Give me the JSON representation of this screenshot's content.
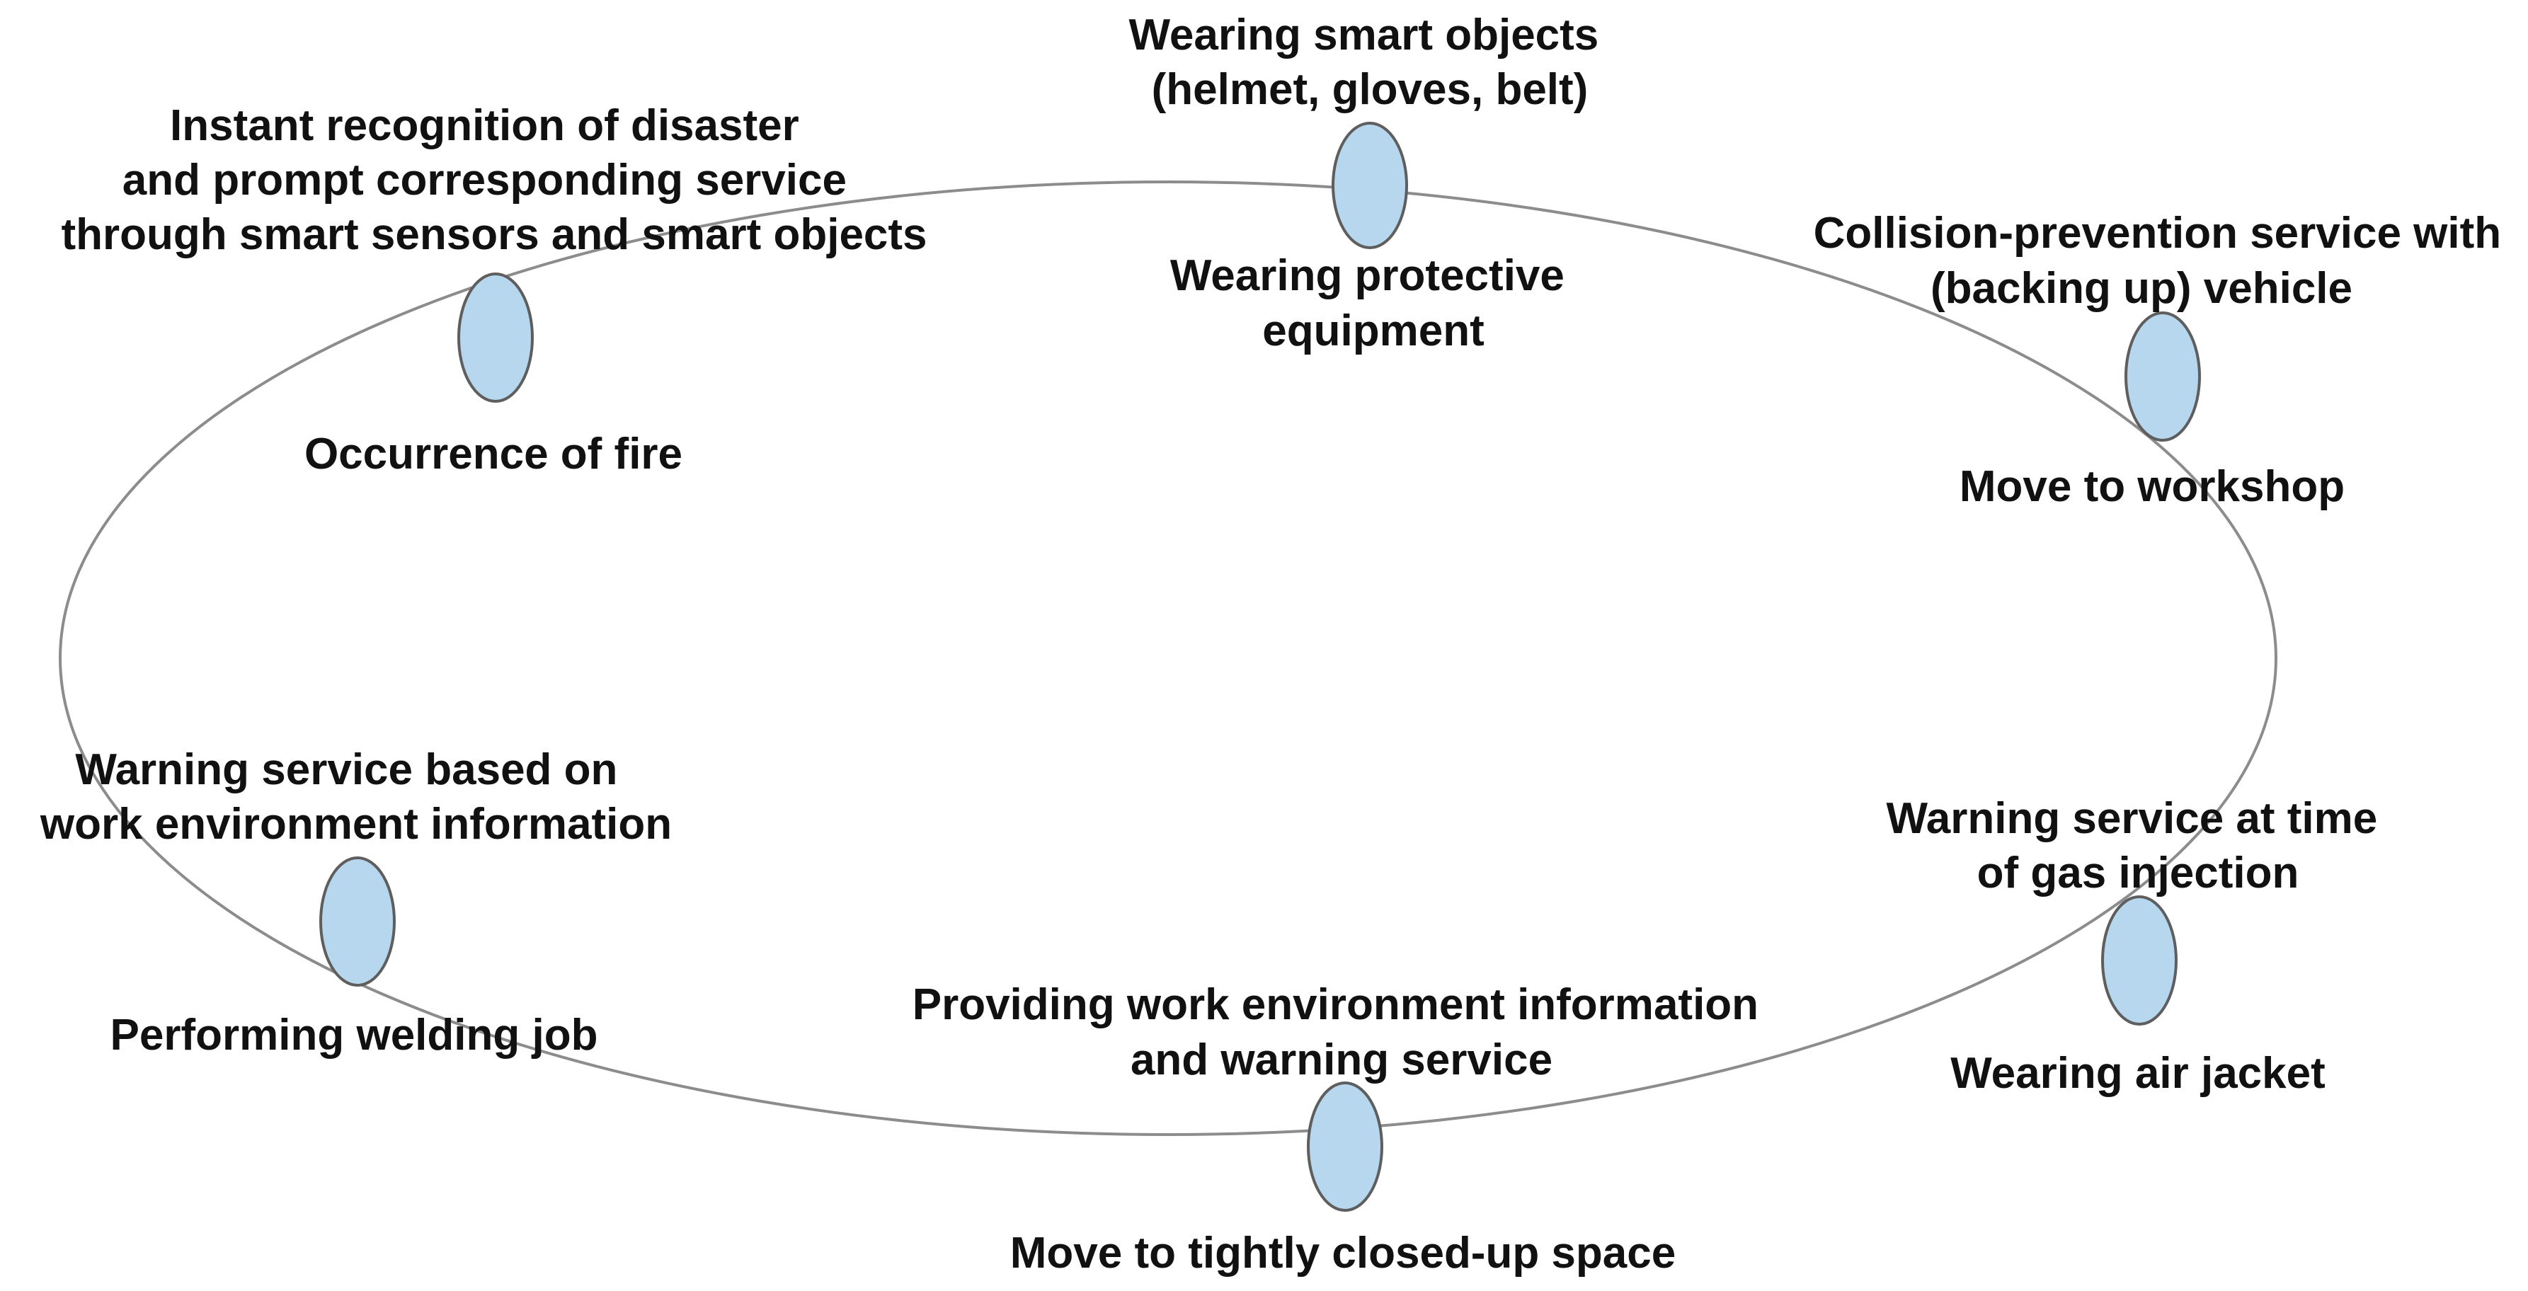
{
  "diagram": {
    "colors": {
      "node_fill": "#b7d7ee",
      "node_stroke": "#5e5e5e",
      "cycle_stroke": "#8c8c8c",
      "text": "#111111"
    },
    "stages": [
      {
        "id": "protective",
        "activity": [
          "Wearing protective",
          "equipment"
        ],
        "service": [
          "Wearing smart objects",
          "(helmet, gloves, belt)"
        ]
      },
      {
        "id": "workshop",
        "activity": [
          "Move to workshop"
        ],
        "service": [
          "Collision-prevention service with",
          "(backing up) vehicle"
        ]
      },
      {
        "id": "air-jacket",
        "activity": [
          "Wearing air jacket"
        ],
        "service": [
          "Warning service at time",
          "of gas injection"
        ]
      },
      {
        "id": "closed-space",
        "activity": [
          "Move to tightly closed-up space"
        ],
        "service": [
          "Providing work environment information",
          "and warning service"
        ]
      },
      {
        "id": "welding",
        "activity": [
          "Performing welding job"
        ],
        "service": [
          "Warning service based on",
          "work environment information"
        ]
      },
      {
        "id": "fire",
        "activity": [
          "Occurrence of fire"
        ],
        "service": [
          "Instant recognition of disaster",
          "and prompt corresponding service",
          "through smart sensors and smart objects"
        ]
      }
    ]
  }
}
